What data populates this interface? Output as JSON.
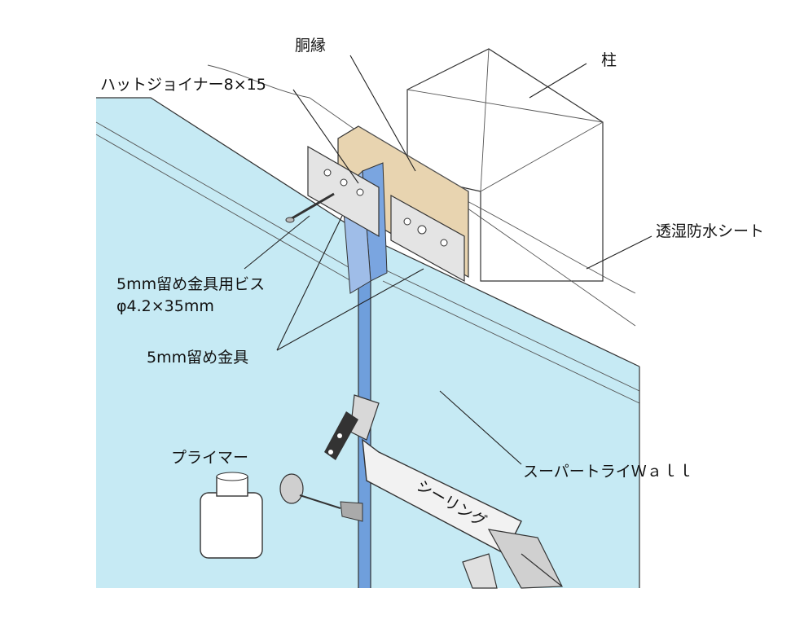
{
  "labels": {
    "column": "柱",
    "sill": "胴縁",
    "hat_joiner": "ハットジョイナー8×15",
    "moisture_sheet": "透湿防水シート",
    "screw_line1": "5mm留め金具用ビス",
    "screw_line2": "φ4.2×35mm",
    "bracket": "5mm留め金具",
    "primer": "プライマー",
    "wall_panel": "スーパートライＷａｌｌ",
    "sealing": "シーリング"
  },
  "colors": {
    "panel": "#c6eaf4",
    "panel_edge": "#2a2a2a",
    "joint_tape": "#6f9fdc",
    "sill_wood": "#e8d4b0",
    "bracket_metal": "#e4e4e4",
    "line": "#222222"
  }
}
